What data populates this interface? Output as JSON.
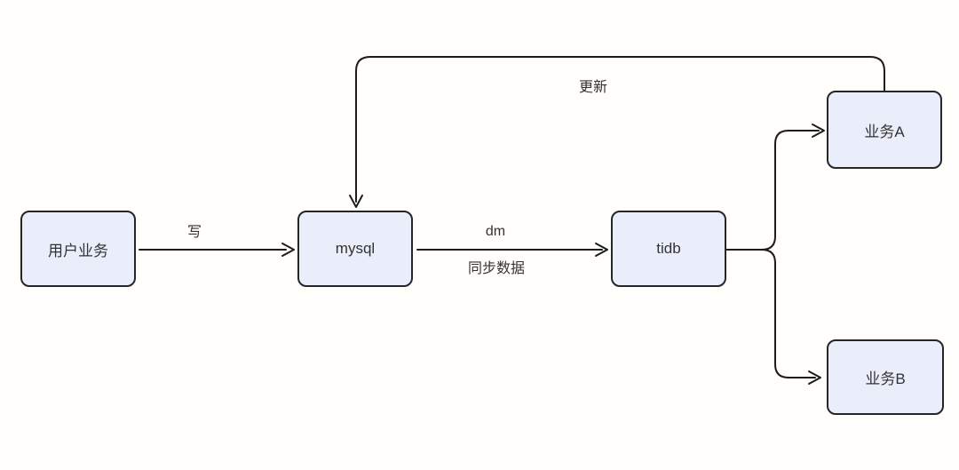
{
  "style": {
    "canvas_bg": "#fffefb",
    "node_fill": "#eaeefa",
    "node_border": "#262626",
    "line_color": "#1c1c1c",
    "text_color": "#333333"
  },
  "nodes": [
    {
      "id": "user",
      "label": "用户业务"
    },
    {
      "id": "mysql",
      "label": "mysql"
    },
    {
      "id": "tidb",
      "label": "tidb"
    },
    {
      "id": "bizA",
      "label": "业务A"
    },
    {
      "id": "bizB",
      "label": "业务B"
    }
  ],
  "edges": [
    {
      "id": "write",
      "from": "user",
      "to": "mysql",
      "label": "写"
    },
    {
      "id": "sync",
      "from": "mysql",
      "to": "tidb",
      "label": "dm",
      "sublabel": "同步数据"
    },
    {
      "id": "fanout-a",
      "from": "tidb",
      "to": "bizA"
    },
    {
      "id": "fanout-b",
      "from": "tidb",
      "to": "bizB"
    },
    {
      "id": "update",
      "from": "bizA",
      "to": "mysql",
      "label": "更新"
    }
  ]
}
